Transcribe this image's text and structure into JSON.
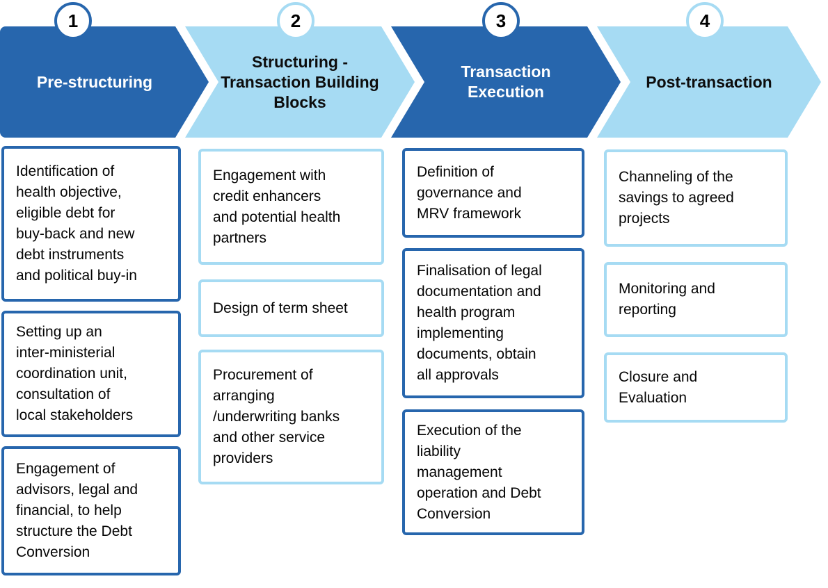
{
  "colors": {
    "dark_blue": "#2766ad",
    "light_blue": "#a6dbf3"
  },
  "phases": [
    {
      "number": "1",
      "title": "Pre-structuring",
      "style": "dark",
      "items": [
        {
          "text": "Identification of\nhealth objective,\neligible debt for\nbuy-back and new\ndebt instruments\nand political buy-in"
        },
        {
          "text": "Setting up an\ninter-ministerial\ncoordination unit,\nconsultation of\nlocal stakeholders"
        },
        {
          "text": "Engagement of\nadvisors, legal and\nfinancial, to help\nstructure the Debt\nConversion"
        }
      ]
    },
    {
      "number": "2",
      "title": "Structuring -\nTransaction Building\nBlocks",
      "style": "light",
      "items": [
        {
          "text": "Engagement with\ncredit enhancers\nand potential health\npartners"
        },
        {
          "text": "Design of term sheet"
        },
        {
          "text": "Procurement of\narranging\n/underwriting banks\nand other service\nproviders"
        }
      ]
    },
    {
      "number": "3",
      "title": "Transaction\nExecution",
      "style": "dark",
      "items": [
        {
          "text": "Definition of\ngovernance and\nMRV framework"
        },
        {
          "text": "Finalisation of legal\ndocumentation and\nhealth program\nimplementing\ndocuments, obtain\nall approvals"
        },
        {
          "text": "Execution of the\nliability\nmanagement\noperation and Debt\nConversion"
        }
      ]
    },
    {
      "number": "4",
      "title": "Post-transaction",
      "style": "light",
      "items": [
        {
          "text": "Channeling of the\nsavings to agreed\nprojects"
        },
        {
          "text": "Monitoring and\nreporting"
        },
        {
          "text": "Closure and\nEvaluation"
        }
      ]
    }
  ]
}
